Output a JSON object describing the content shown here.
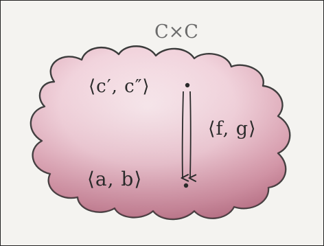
{
  "diagram": {
    "category_title": "C×C",
    "top_object": "⟨c′, c″⟩",
    "bottom_object": "⟨a, b⟩",
    "morphism_label": "⟨f, g⟩"
  },
  "colors": {
    "paper": "#f4f3f0",
    "cloud_fill_light": "#f3dbe3",
    "cloud_fill_dark": "#c98a9c",
    "ink": "#2a2a2a",
    "title_ink": "#6b6b6b"
  }
}
